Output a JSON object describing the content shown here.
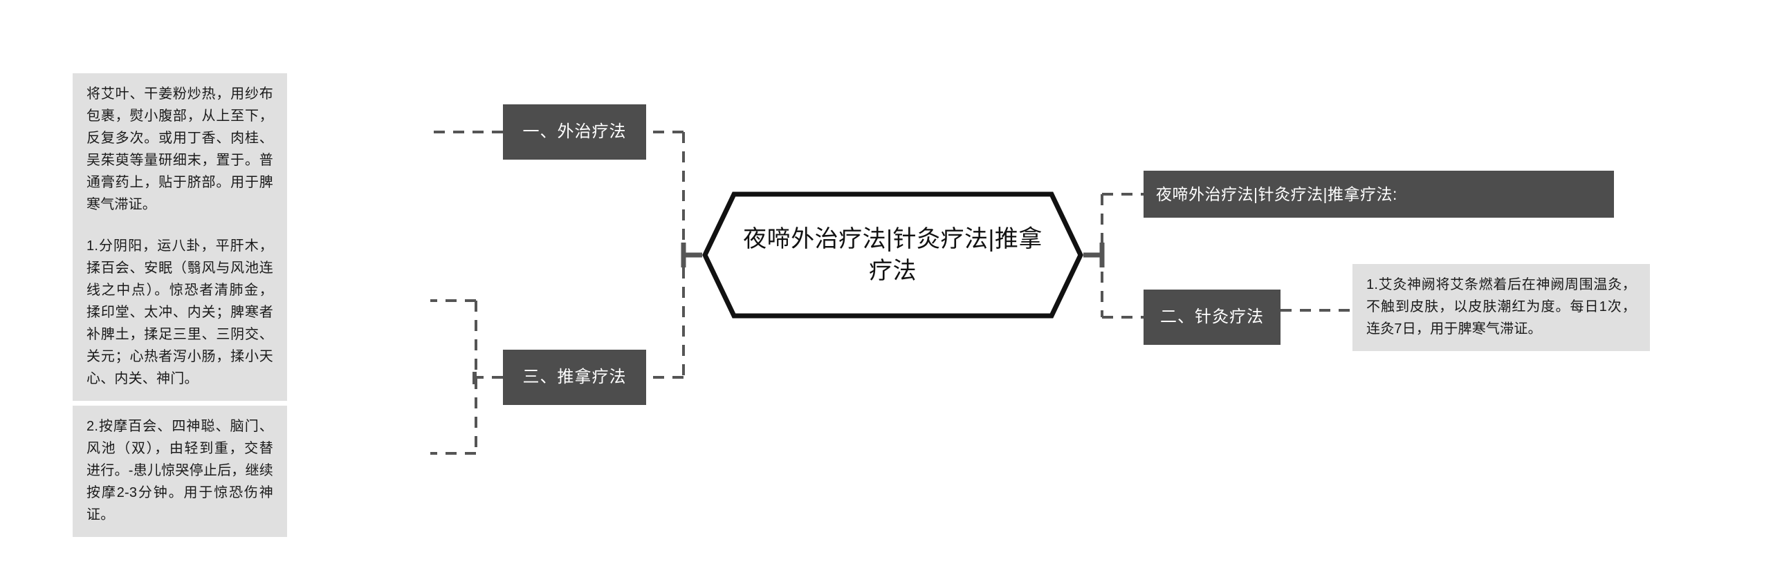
{
  "diagram": {
    "type": "mind-map",
    "title": "夜啼外治疗法|针灸疗法|推拿疗法",
    "colors": {
      "root_border": "#111111",
      "category_bg": "#4d4d4d",
      "category_text": "#ffffff",
      "leaf_bg": "#e0e0e0",
      "leaf_text": "#1a1a1a",
      "connector": "#555555",
      "canvas_bg": "#ffffff"
    }
  },
  "root": {
    "label": "夜啼外治疗法|针灸疗法|推拿疗法"
  },
  "left_branch": {
    "categories": [
      {
        "id": "cat-external",
        "label": "一、外治疗法"
      },
      {
        "id": "cat-tuina",
        "label": "三、推拿疗法"
      }
    ],
    "details": [
      {
        "id": "detail-external-1",
        "parent": "cat-external",
        "text": "将艾叶、干姜粉炒热，用纱布包裹，熨小腹部，从上至下，反复多次。或用丁香、肉桂、吴茱萸等量研细末，置于。普通膏药上，贴于脐部。用于脾寒气滞证。"
      },
      {
        "id": "detail-tuina-1",
        "parent": "cat-tuina",
        "text": "1.分阴阳，运八卦，平肝木，揉百会、安眠（翳风与风池连线之中点）。惊恐者清肺金，揉印堂、太冲、内关；脾寒者补脾土，揉足三里、三阴交、关元；心热者泻小肠，揉小天心、内关、神门。"
      },
      {
        "id": "detail-tuina-2",
        "parent": "cat-tuina",
        "text": "2.按摩百会、四神聪、脑门、风池（双），由轻到重，交替进行。-患儿惊哭停止后，继续按摩2-3分钟。用于惊恐伤神证。"
      }
    ]
  },
  "right_branch": {
    "categories": [
      {
        "id": "cat-title",
        "label": "夜啼外治疗法|针灸疗法|推拿疗法:"
      },
      {
        "id": "cat-acupuncture",
        "label": "二、针灸疗法"
      }
    ],
    "details": [
      {
        "id": "detail-acupuncture-1",
        "parent": "cat-acupuncture",
        "text": "1.艾灸神阙将艾条燃着后在神阙周围温灸，不触到皮肤，以皮肤潮红为度。每日1次，连灸7日，用于脾寒气滞证。"
      }
    ]
  }
}
